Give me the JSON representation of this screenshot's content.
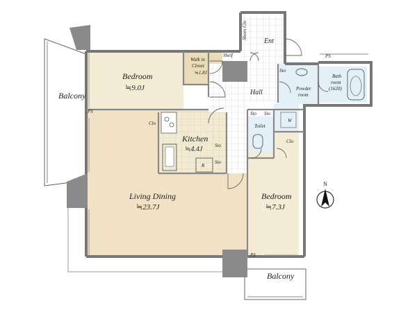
{
  "rooms": {
    "bedroom_north": {
      "name": "Bedroom",
      "size": "≒9.0J"
    },
    "bedroom_south": {
      "name": "Bedroom",
      "size": "≒7.3J"
    },
    "living": {
      "name": "Living Dining",
      "size": "≒23.7J"
    },
    "kitchen": {
      "name": "Kitchen",
      "size": "≒4.4J"
    },
    "walk_in_closet": {
      "line1": "Walk in",
      "line2": "Closet",
      "size": "≒1.8J"
    },
    "hall": "Hall",
    "entrance": "Ent",
    "shoe_closet": "Shoes Clo",
    "toilet": "Toilet",
    "powder_room": {
      "line1": "Powder",
      "line2": "room"
    },
    "bath_room": {
      "line1": "Bath",
      "line2": "room",
      "size": "(1620)"
    },
    "balcony_west": "Balcony",
    "balcony_south": "Balcony"
  },
  "labels": {
    "shelf": "Shelf",
    "ps_top": "PS",
    "ps_small_1": "PS",
    "ps_small_2": "PS",
    "clo_kitchen": "Clo",
    "clo_bedroom": "Clo",
    "sto_1": "Sto",
    "sto_2": "Sto",
    "sto_3": "Sto",
    "sto_4": "Sto",
    "sto_5": "Sto",
    "w": "W",
    "fridge": "R",
    "compass_n": "N"
  },
  "colors": {
    "bedroom_fill": "#f4ecd4",
    "living_fill": "#f1e2c6",
    "kitchen_fill": "#f2ead2",
    "closet_fill": "#e9dcb6",
    "tile_fill": "#ffffff",
    "wet_fill": "#e3f0f7",
    "wall": "#7a7a7a",
    "column": "#8a8a8a"
  }
}
